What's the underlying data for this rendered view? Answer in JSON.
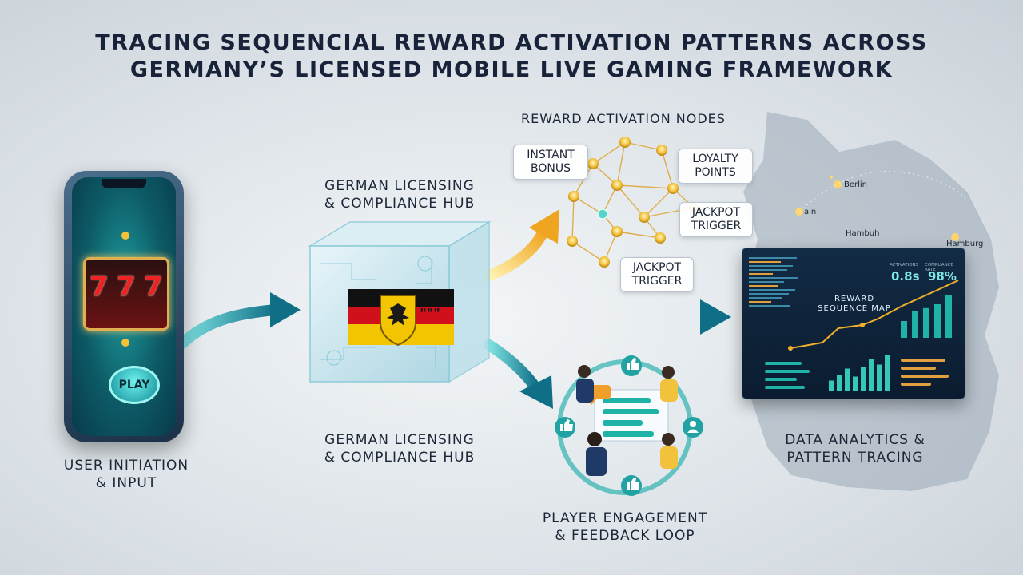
{
  "title": {
    "line1": "TRACING SEQUENCIAL REWARD ACTIVATION PATTERNS ACROSS",
    "line2": "GERMANY’S LICENSED MOBILE LIVE GAMING FRAMEWORK"
  },
  "phone": {
    "play_label": "PLAY",
    "label_line1": "USER INITIATION",
    "label_line2": "& INPUT",
    "slot_symbols": [
      "7",
      "7",
      "7"
    ]
  },
  "hub": {
    "top_label_line1": "GERMAN LICENSING",
    "top_label_line2": "& COMPLIANCE HUB",
    "bottom_label_line1": "GERMAN LICENSING",
    "bottom_label_line2": "& COMPLIANCE HUB"
  },
  "nodes": {
    "heading": "REWARD ACTIVATION NODES",
    "instant_line1": "INSTANT",
    "instant_line2": "BONUS",
    "loyalty_line1": "LOYALTY",
    "loyalty_line2": "POINTS",
    "jackpot1_line1": "JACKPOT",
    "jackpot1_line2": "TRIGGER",
    "jackpot2_line1": "JACKPOT",
    "jackpot2_line2": "TRIGGER"
  },
  "map": {
    "cities": [
      "Berlin",
      "Hambuh",
      "Hamburg",
      "ain"
    ]
  },
  "dashboard": {
    "title_line1": "REWARD",
    "title_line2": "SEQUENCE MAP",
    "kpi1_value": "0.8s",
    "kpi2_value": "98%",
    "kpi1_header": "ACTIVATIONS",
    "kpi2_header": "COMPLIANCE RATE",
    "bars_right": [
      0.35,
      0.55,
      0.62,
      0.7,
      0.9
    ],
    "bars_mid": [
      0.25,
      0.4,
      0.55,
      0.35,
      0.6,
      0.8,
      0.65,
      0.9
    ]
  },
  "analytics": {
    "label_line1": "DATA ANALYTICS &",
    "label_line2": "PATTERN TRACING"
  },
  "engagement": {
    "label_line1": "PLAYER ENGAGEMENT",
    "label_line2": "& FEEDBACK LOOP"
  },
  "colors": {
    "teal": "#1aa6a8",
    "gold": "#f2b02a",
    "flag_black": "#111111",
    "flag_red": "#d0111b",
    "flag_gold": "#f2c500"
  }
}
